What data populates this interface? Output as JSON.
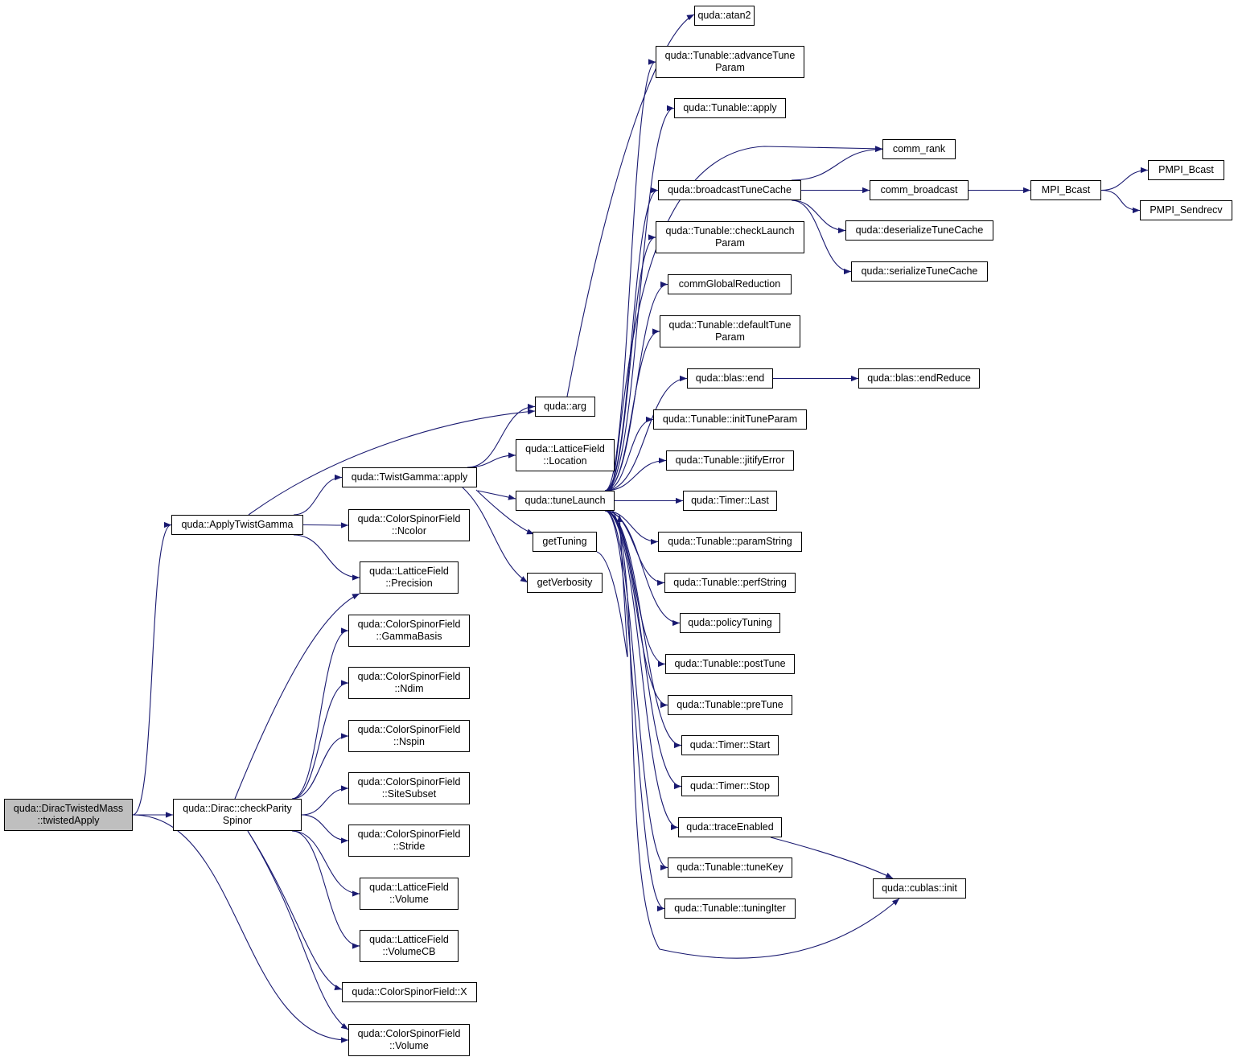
{
  "graph": {
    "edge_color": "#191970",
    "root_fill": "#bfbfbf",
    "nodes": {
      "twisted_apply": {
        "lines": [
          "quda::DiracTwistedMass",
          "::twistedApply"
        ],
        "root": true
      },
      "apply_twist_gamma": {
        "lines": [
          "quda::ApplyTwistGamma"
        ]
      },
      "check_parity_spinor": {
        "lines": [
          "quda::Dirac::checkParity",
          "Spinor"
        ]
      },
      "twist_gamma_apply": {
        "lines": [
          "quda::TwistGamma::apply"
        ]
      },
      "csf_ncolor": {
        "lines": [
          "quda::ColorSpinorField",
          "::Ncolor"
        ]
      },
      "lf_precision": {
        "lines": [
          "quda::LatticeField",
          "::Precision"
        ]
      },
      "csf_gammabasis": {
        "lines": [
          "quda::ColorSpinorField",
          "::GammaBasis"
        ]
      },
      "csf_ndim": {
        "lines": [
          "quda::ColorSpinorField",
          "::Ndim"
        ]
      },
      "csf_nspin": {
        "lines": [
          "quda::ColorSpinorField",
          "::Nspin"
        ]
      },
      "csf_sitesubset": {
        "lines": [
          "quda::ColorSpinorField",
          "::SiteSubset"
        ]
      },
      "csf_stride": {
        "lines": [
          "quda::ColorSpinorField",
          "::Stride"
        ]
      },
      "lf_volume": {
        "lines": [
          "quda::LatticeField",
          "::Volume"
        ]
      },
      "lf_volumecb": {
        "lines": [
          "quda::LatticeField",
          "::VolumeCB"
        ]
      },
      "csf_x": {
        "lines": [
          "quda::ColorSpinorField::X"
        ]
      },
      "csf_volume": {
        "lines": [
          "quda::ColorSpinorField",
          "::Volume"
        ]
      },
      "arg": {
        "lines": [
          "quda::arg"
        ]
      },
      "lf_location": {
        "lines": [
          "quda::LatticeField",
          "::Location"
        ]
      },
      "tune_launch": {
        "lines": [
          "quda::tuneLaunch"
        ]
      },
      "get_tuning": {
        "lines": [
          "getTuning"
        ]
      },
      "get_verbosity": {
        "lines": [
          "getVerbosity"
        ]
      },
      "atan2": {
        "lines": [
          "quda::atan2"
        ]
      },
      "advance_tune_param": {
        "lines": [
          "quda::Tunable::advanceTune",
          "Param"
        ]
      },
      "tunable_apply": {
        "lines": [
          "quda::Tunable::apply"
        ]
      },
      "comm_rank": {
        "lines": [
          "comm_rank"
        ]
      },
      "broadcast_tune_cache": {
        "lines": [
          "quda::broadcastTuneCache"
        ]
      },
      "check_launch_param": {
        "lines": [
          "quda::Tunable::checkLaunch",
          "Param"
        ]
      },
      "comm_global_reduction": {
        "lines": [
          "commGlobalReduction"
        ]
      },
      "default_tune_param": {
        "lines": [
          "quda::Tunable::defaultTune",
          "Param"
        ]
      },
      "blas_end": {
        "lines": [
          "quda::blas::end"
        ]
      },
      "init_tune_param": {
        "lines": [
          "quda::Tunable::initTuneParam"
        ]
      },
      "jitify_error": {
        "lines": [
          "quda::Tunable::jitifyError"
        ]
      },
      "timer_last": {
        "lines": [
          "quda::Timer::Last"
        ]
      },
      "param_string": {
        "lines": [
          "quda::Tunable::paramString"
        ]
      },
      "perf_string": {
        "lines": [
          "quda::Tunable::perfString"
        ]
      },
      "policy_tuning": {
        "lines": [
          "quda::policyTuning"
        ]
      },
      "post_tune": {
        "lines": [
          "quda::Tunable::postTune"
        ]
      },
      "pre_tune": {
        "lines": [
          "quda::Tunable::preTune"
        ]
      },
      "timer_start": {
        "lines": [
          "quda::Timer::Start"
        ]
      },
      "timer_stop": {
        "lines": [
          "quda::Timer::Stop"
        ]
      },
      "trace_enabled": {
        "lines": [
          "quda::traceEnabled"
        ]
      },
      "tune_key": {
        "lines": [
          "quda::Tunable::tuneKey"
        ]
      },
      "tuning_iter": {
        "lines": [
          "quda::Tunable::tuningIter"
        ]
      },
      "comm_broadcast": {
        "lines": [
          "comm_broadcast"
        ]
      },
      "deserialize_tune_cache": {
        "lines": [
          "quda::deserializeTuneCache"
        ]
      },
      "serialize_tune_cache": {
        "lines": [
          "quda::serializeTuneCache"
        ]
      },
      "blas_end_reduce": {
        "lines": [
          "quda::blas::endReduce"
        ]
      },
      "cublas_init": {
        "lines": [
          "quda::cublas::init"
        ]
      },
      "mpi_bcast": {
        "lines": [
          "MPI_Bcast"
        ]
      },
      "pmpi_bcast": {
        "lines": [
          "PMPI_Bcast"
        ]
      },
      "pmpi_sendrecv": {
        "lines": [
          "PMPI_Sendrecv"
        ]
      }
    },
    "edges": [
      [
        "twisted_apply",
        "apply_twist_gamma"
      ],
      [
        "twisted_apply",
        "check_parity_spinor"
      ],
      [
        "twisted_apply",
        "csf_volume"
      ],
      [
        "apply_twist_gamma",
        "arg"
      ],
      [
        "apply_twist_gamma",
        "twist_gamma_apply"
      ],
      [
        "apply_twist_gamma",
        "csf_ncolor"
      ],
      [
        "apply_twist_gamma",
        "lf_precision"
      ],
      [
        "check_parity_spinor",
        "lf_precision"
      ],
      [
        "check_parity_spinor",
        "csf_gammabasis"
      ],
      [
        "check_parity_spinor",
        "csf_ndim"
      ],
      [
        "check_parity_spinor",
        "csf_nspin"
      ],
      [
        "check_parity_spinor",
        "csf_sitesubset"
      ],
      [
        "check_parity_spinor",
        "csf_stride"
      ],
      [
        "check_parity_spinor",
        "lf_volume"
      ],
      [
        "check_parity_spinor",
        "lf_volumecb"
      ],
      [
        "check_parity_spinor",
        "csf_x"
      ],
      [
        "check_parity_spinor",
        "csf_volume"
      ],
      [
        "twist_gamma_apply",
        "arg"
      ],
      [
        "twist_gamma_apply",
        "lf_location"
      ],
      [
        "twist_gamma_apply",
        "tune_launch"
      ],
      [
        "twist_gamma_apply",
        "get_tuning"
      ],
      [
        "twist_gamma_apply",
        "get_verbosity"
      ],
      [
        "arg",
        "atan2"
      ],
      [
        "tune_launch",
        "advance_tune_param"
      ],
      [
        "tune_launch",
        "tunable_apply"
      ],
      [
        "tune_launch",
        "comm_rank"
      ],
      [
        "tune_launch",
        "broadcast_tune_cache"
      ],
      [
        "tune_launch",
        "check_launch_param"
      ],
      [
        "tune_launch",
        "comm_global_reduction"
      ],
      [
        "tune_launch",
        "default_tune_param"
      ],
      [
        "tune_launch",
        "blas_end"
      ],
      [
        "tune_launch",
        "init_tune_param"
      ],
      [
        "tune_launch",
        "jitify_error"
      ],
      [
        "tune_launch",
        "timer_last"
      ],
      [
        "tune_launch",
        "param_string"
      ],
      [
        "tune_launch",
        "perf_string"
      ],
      [
        "tune_launch",
        "policy_tuning"
      ],
      [
        "tune_launch",
        "post_tune"
      ],
      [
        "tune_launch",
        "pre_tune"
      ],
      [
        "tune_launch",
        "timer_start"
      ],
      [
        "tune_launch",
        "timer_stop"
      ],
      [
        "tune_launch",
        "trace_enabled"
      ],
      [
        "tune_launch",
        "tune_key"
      ],
      [
        "tune_launch",
        "tuning_iter"
      ],
      [
        "tune_launch",
        "cublas_init"
      ],
      [
        "get_tuning",
        "tune_launch"
      ],
      [
        "broadcast_tune_cache",
        "comm_rank"
      ],
      [
        "broadcast_tune_cache",
        "comm_broadcast"
      ],
      [
        "broadcast_tune_cache",
        "deserialize_tune_cache"
      ],
      [
        "broadcast_tune_cache",
        "serialize_tune_cache"
      ],
      [
        "blas_end",
        "blas_end_reduce"
      ],
      [
        "trace_enabled",
        "cublas_init"
      ],
      [
        "comm_broadcast",
        "mpi_bcast"
      ],
      [
        "mpi_bcast",
        "pmpi_bcast"
      ],
      [
        "mpi_bcast",
        "pmpi_sendrecv"
      ]
    ]
  }
}
